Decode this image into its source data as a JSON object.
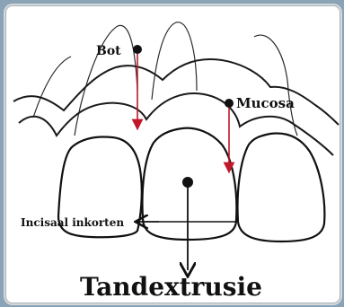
{
  "diagram": {
    "labels": {
      "bone": "Bot",
      "mucosa": "Mucosa",
      "incisal": "Incisaal inkorten",
      "title": "Tandextrusie"
    },
    "colors": {
      "background": "#8ba3b6",
      "card": "#ffffff",
      "outline": "#1a1a1a",
      "arrow_red": "#c0182a",
      "dot": "#111111"
    }
  }
}
